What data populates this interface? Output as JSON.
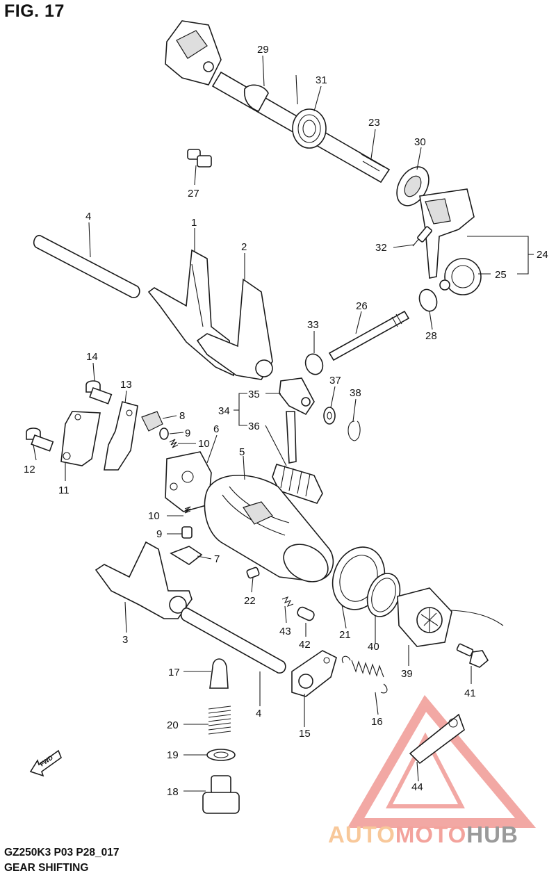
{
  "figure": {
    "title": "FIG. 17"
  },
  "captions": {
    "model_code": "GZ250K3 P03 P28_017",
    "section": "GEAR SHIFTING"
  },
  "direction_arrow": {
    "label": "FWD"
  },
  "watermark": {
    "part1": "AUTO",
    "part2": "MOTO",
    "part3": "HUB",
    "logo_color": "#e8625a"
  },
  "callouts": [
    {
      "id": "c29",
      "number": "29"
    },
    {
      "id": "c31",
      "number": "31"
    },
    {
      "id": "c23",
      "number": "23"
    },
    {
      "id": "c30",
      "number": "30"
    },
    {
      "id": "c27",
      "number": "27"
    },
    {
      "id": "c4a",
      "number": "4"
    },
    {
      "id": "c1",
      "number": "1"
    },
    {
      "id": "c2",
      "number": "2"
    },
    {
      "id": "c32",
      "number": "32"
    },
    {
      "id": "c24",
      "number": "24"
    },
    {
      "id": "c25",
      "number": "25"
    },
    {
      "id": "c26",
      "number": "26"
    },
    {
      "id": "c33",
      "number": "33"
    },
    {
      "id": "c28",
      "number": "28"
    },
    {
      "id": "c14",
      "number": "14"
    },
    {
      "id": "c13",
      "number": "13"
    },
    {
      "id": "c35",
      "number": "35"
    },
    {
      "id": "c34",
      "number": "34"
    },
    {
      "id": "c36",
      "number": "36"
    },
    {
      "id": "c37",
      "number": "37"
    },
    {
      "id": "c38",
      "number": "38"
    },
    {
      "id": "c8",
      "number": "8"
    },
    {
      "id": "c9a",
      "number": "9"
    },
    {
      "id": "c10a",
      "number": "10"
    },
    {
      "id": "c6",
      "number": "6"
    },
    {
      "id": "c12",
      "number": "12"
    },
    {
      "id": "c11",
      "number": "11"
    },
    {
      "id": "c5",
      "number": "5"
    },
    {
      "id": "c10b",
      "number": "10"
    },
    {
      "id": "c9b",
      "number": "9"
    },
    {
      "id": "c7",
      "number": "7"
    },
    {
      "id": "c22",
      "number": "22"
    },
    {
      "id": "c3",
      "number": "3"
    },
    {
      "id": "c43",
      "number": "43"
    },
    {
      "id": "c42",
      "number": "42"
    },
    {
      "id": "c21",
      "number": "21"
    },
    {
      "id": "c40",
      "number": "40"
    },
    {
      "id": "c39",
      "number": "39"
    },
    {
      "id": "c41",
      "number": "41"
    },
    {
      "id": "c17",
      "number": "17"
    },
    {
      "id": "c4b",
      "number": "4"
    },
    {
      "id": "c15",
      "number": "15"
    },
    {
      "id": "c16",
      "number": "16"
    },
    {
      "id": "c20",
      "number": "20"
    },
    {
      "id": "c19",
      "number": "19"
    },
    {
      "id": "c18",
      "number": "18"
    },
    {
      "id": "c44",
      "number": "44"
    }
  ]
}
